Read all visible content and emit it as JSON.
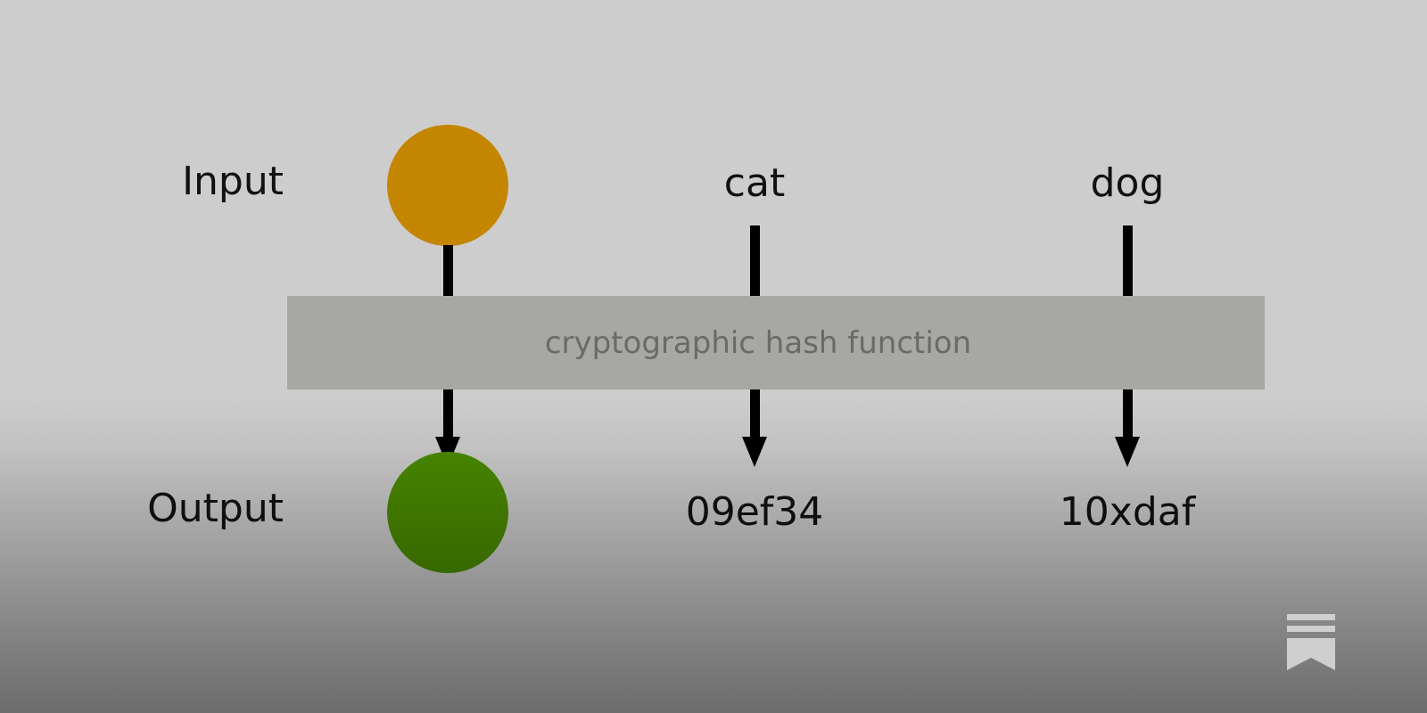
{
  "diagram": {
    "row_labels": {
      "input": "Input",
      "output": "Output"
    },
    "hash_function_label": "cryptographic hash function",
    "columns": [
      {
        "input": "orange-circle",
        "output": "green-circle"
      },
      {
        "input": "cat",
        "output": "09ef34"
      },
      {
        "input": "dog",
        "output": "10xdaf"
      }
    ],
    "colors": {
      "background": "#cdcdcd",
      "hash_box": "#a7a8a3",
      "hash_text": "#6a6a66",
      "input_circle": "#c48500",
      "output_circle": "#4b8c00",
      "arrow": "#000000",
      "text": "#111111"
    }
  },
  "branding": {
    "icon": "bookmark-icon"
  }
}
